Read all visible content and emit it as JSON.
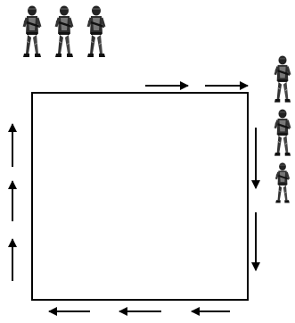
{
  "diagram": {
    "text": [],
    "figures": {
      "top_group": {
        "count": 3,
        "icon": "soldier-figure-icon"
      },
      "right_group": {
        "count": 3,
        "icon": "soldier-figure-icon"
      }
    },
    "square": {
      "shape": "square",
      "stroke_color": "#000000",
      "fill": "#ffffff"
    },
    "arrows": {
      "top_side": {
        "count": 2,
        "direction": "right"
      },
      "right_side": {
        "count": 2,
        "direction": "down"
      },
      "bottom_side": {
        "count": 3,
        "direction": "left"
      },
      "left_side": {
        "count": 3,
        "direction": "up"
      }
    },
    "colors": {
      "ink": "#000000",
      "background": "#ffffff"
    }
  }
}
